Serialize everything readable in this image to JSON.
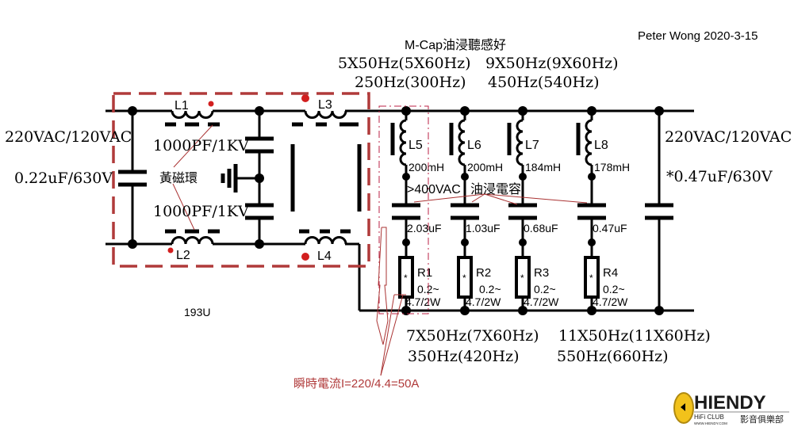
{
  "author_note": "Peter Wong 2020-3-15",
  "title_note": "M-Cap油浸聽感好",
  "harmonics_top": {
    "left_line1": "5X50Hz(5X60Hz)",
    "left_line2": "250Hz(300Hz)",
    "right_line1": "9X50Hz(9X60Hz)",
    "right_line2": "450Hz(540Hz)"
  },
  "harmonics_bottom": {
    "left_line1": "7X50Hz(7X60Hz)",
    "left_line2": "350Hz(420Hz)",
    "right_line1": "11X50Hz(11X60Hz)",
    "right_line2": "550Hz(660Hz)"
  },
  "input": {
    "voltage": "220VAC/120VAC",
    "cap": "0.22uF/630V"
  },
  "output": {
    "voltage": "220VAC/120VAC",
    "cap": "*0.47uF/630V"
  },
  "emi_filter": {
    "l1": "L1",
    "l2": "L2",
    "l3": "L3",
    "l4": "L4",
    "ycap_top": "1000PF/1KV",
    "ycap_bottom": "1000PF/1KV",
    "core_note": "黃磁環",
    "model": "193U"
  },
  "traps": [
    {
      "inductor": "L5",
      "inductance": "200mH",
      "cap": "2.03uF",
      "resistor": "R1",
      "r_value_1": "0.2~",
      "r_value_2": "4.7/2W",
      "r_mark": "*"
    },
    {
      "inductor": "L6",
      "inductance": "200mH",
      "cap": "1.03uF",
      "resistor": "R2",
      "r_value_1": "0.2~",
      "r_value_2": "4.7/2W",
      "r_mark": "*"
    },
    {
      "inductor": "L7",
      "inductance": "184mH",
      "cap": "0.68uF",
      "resistor": "R3",
      "r_value_1": "0.2~",
      "r_value_2": "4.7/2W",
      "r_mark": "*"
    },
    {
      "inductor": "L8",
      "inductance": "178mH",
      "cap": "0.47uF",
      "resistor": "R4",
      "r_value_1": "0.2~",
      "r_value_2": "4.7/2W",
      "r_mark": "*"
    }
  ],
  "cap_note": ">400VAC",
  "cap_note2": "油浸電容",
  "current_note": "瞬時電流I=220/4.4=50A",
  "logo": {
    "brand": "HIENDY",
    "sub": "HiFi CLUB",
    "url": "WWW.HIENDY.COM",
    "cn": "影音俱樂部"
  },
  "colors": {
    "annotation_red": "#b03a3a",
    "dot_red": "#d21f1f",
    "logo_yellow": "#f2c21b"
  }
}
